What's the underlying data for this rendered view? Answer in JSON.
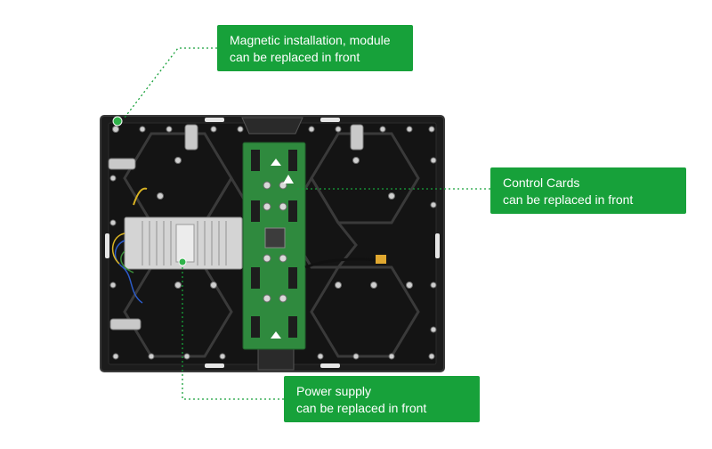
{
  "callouts": {
    "magnetic": {
      "line1": "Magnetic installation, module",
      "line2": "can be replaced in front"
    },
    "control": {
      "line1": "Control Cards",
      "line2": "can be replaced in front"
    },
    "power": {
      "line1": "Power supply",
      "line2": "can be replaced in front"
    }
  },
  "colors": {
    "callout_green": "#17a13a",
    "cabinet_black": "#1c1c1c",
    "pcb_green": "#2f8a3e"
  }
}
